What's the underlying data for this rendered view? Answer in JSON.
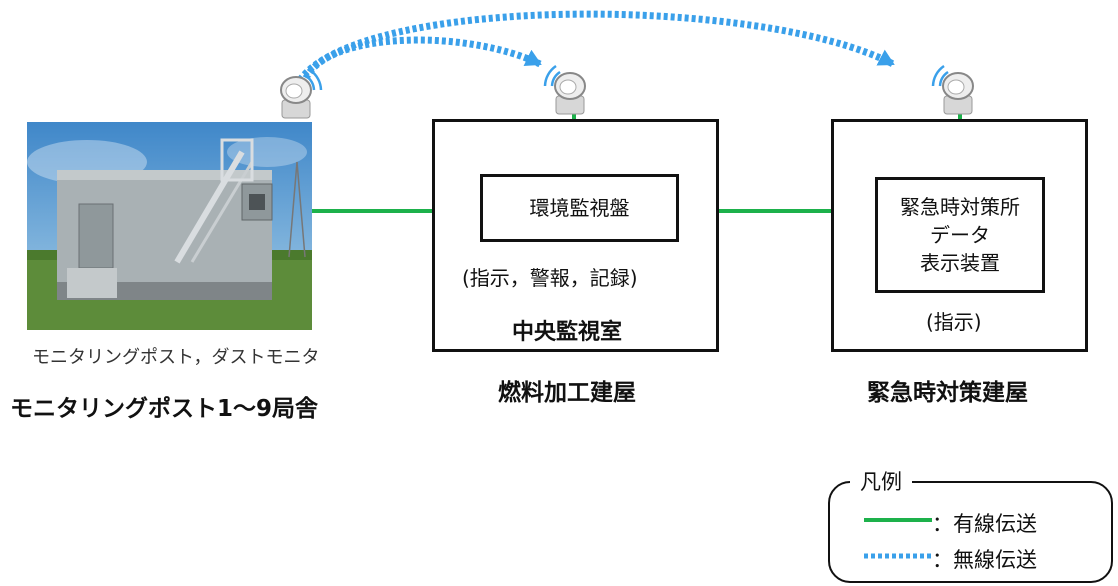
{
  "monitoring_post": {
    "photo_caption": "モニタリングポスト，ダストモニタ",
    "building_label": "モニタリングポスト1～9局舎"
  },
  "fuel_building": {
    "inner_box_label": "環境監視盤",
    "functions": "(指示，警報，記録)",
    "room_label": "中央監視室",
    "building_label": "燃料加工建屋"
  },
  "emergency_building": {
    "inner_box_lines": [
      "緊急時対策所",
      "データ",
      "表示装置"
    ],
    "functions": "(指示)",
    "building_label": "緊急時対策建屋"
  },
  "legend": {
    "title": "凡例",
    "items": [
      {
        "label": "：有線伝送",
        "style": "solid",
        "color": "#1db14b"
      },
      {
        "label": "：無線伝送",
        "style": "dotted",
        "color": "#3aa0ea"
      }
    ]
  },
  "colors": {
    "wired": "#1db14b",
    "wireless": "#3aa0ea",
    "border": "#111111"
  },
  "icons": [
    "satellite-dish-icon"
  ]
}
